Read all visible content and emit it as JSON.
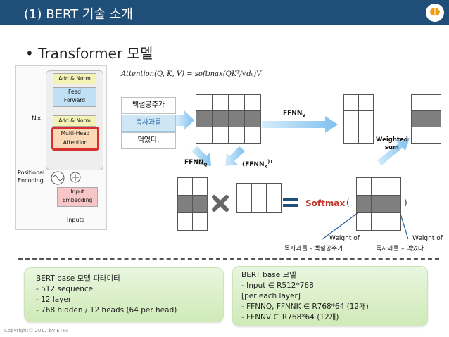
{
  "header": {
    "title": "(1) BERT 기술 소개"
  },
  "bullet": "• Transformer 모델",
  "diagram": {
    "arch_labels": {
      "add_norm_top": "Add & Norm",
      "feed_forward": "Feed\nForward",
      "add_norm_mid": "Add & Norm",
      "multi_head": "Multi-Head\nAttention",
      "nx": "N×",
      "positional": "Positional\nEncoding",
      "input_embedding": "Input\nEmbedding",
      "inputs": "Inputs"
    },
    "formula": "Attention(Q, K, V) = softmax(QKᵀ/√dₖ)V",
    "tokens": [
      "백설공주가",
      "독사과를",
      "먹었다."
    ],
    "ffnn_v": "FFNN",
    "ffnn_v_sub": "V",
    "ffnn_q": "FFNN",
    "ffnn_q_sub": "Q",
    "ffnn_k": "(FFNN",
    "ffnn_k_sub": "K",
    "ffnn_k_sup": ")T",
    "weighted_sum": "Weighted\nsum",
    "softmax": "Softmax",
    "paren_open": "(",
    "paren_close": ")",
    "weight_of_1": "Weight of",
    "weight_of_1_text": "독사과를 - 백설공주가",
    "weight_of_2": "Weight of",
    "weight_of_2_text": "독사과를 – 먹었다."
  },
  "box_left": {
    "title": "BERT base 모델 파라미터",
    "lines": [
      "- 512 sequence",
      "- 12 layer",
      "- 768 hidden / 12 heads (64 per head)"
    ]
  },
  "box_right": {
    "title": "BERT base 모델",
    "lines": [
      "- Input ∈ R512*768",
      "[per each layer]",
      "- FFNNQ, FFNNK ∈ R768*64 (12개)",
      "- FFNNV ∈ R768*64 (12개)"
    ]
  },
  "copyright": "Copyright© 2017 by ETRI",
  "colors": {
    "header": "#1f4e79",
    "highlight_token": "#cfe6f5",
    "dark_cell": "#7f7f7f",
    "softmax": "#c0392b"
  }
}
